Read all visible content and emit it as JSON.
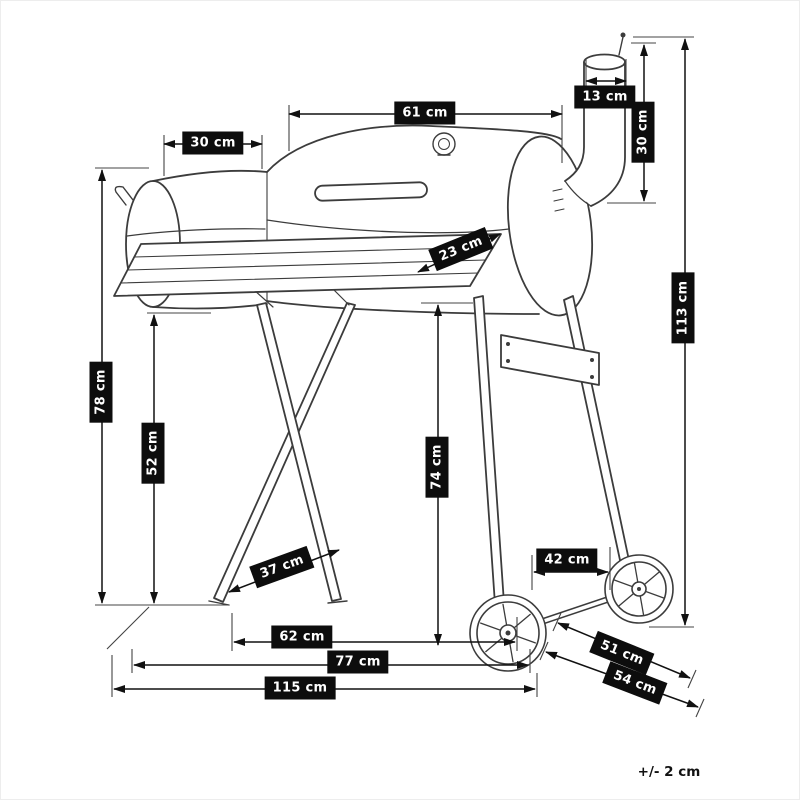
{
  "dimensions": {
    "barrel_width": "61 cm",
    "firebox_width": "30 cm",
    "chimney_diameter": "13 cm",
    "chimney_height": "30 cm",
    "total_height": "113 cm",
    "left_height": "78 cm",
    "firebox_clearance": "52 cm",
    "shelf_depth": "23 cm",
    "leg_height": "74 cm",
    "front_leg_spread": "37 cm",
    "wheel_track": "42 cm",
    "leg_span": "62 cm",
    "base_width": "77 cm",
    "overall_width": "115 cm",
    "depth_inner": "51 cm",
    "depth_overall": "54 cm"
  },
  "tolerance_note": "+/- 2 cm"
}
